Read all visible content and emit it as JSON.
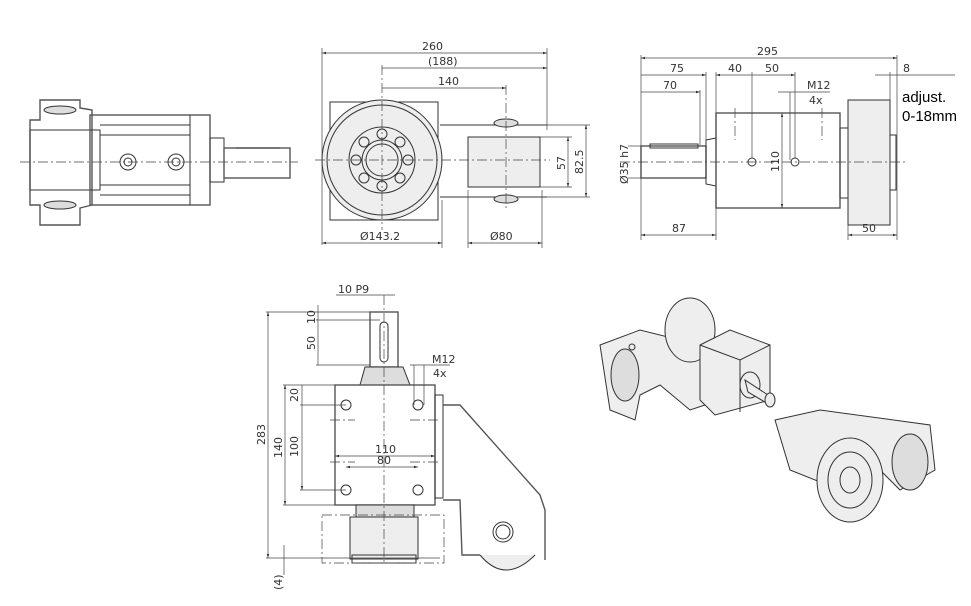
{
  "top_center_view": {
    "overall_width": "260",
    "reference_width": "(188)",
    "axis_distance": "140",
    "wheel_diameter": "Ø143.2",
    "caster_diameter": "Ø80",
    "roller_width": "57",
    "bracket_width": "82.5"
  },
  "top_right_view": {
    "overall_length": "295",
    "shoulder_75": "75",
    "key_70": "70",
    "hole_40": "40",
    "hole_50": "50",
    "thread": "M12",
    "thread_count": "4x",
    "adjust_gap": "8",
    "adjust_line1": "adjust.",
    "adjust_line2": "0-18mm",
    "shaft_diameter": "Ø35 h7",
    "housing_height": "110",
    "shaft_length": "87",
    "wheel_width": "50"
  },
  "bottom_view": {
    "key": "10  P9",
    "key_offset": "10",
    "key_length": "50",
    "thread": "M12",
    "thread_count": "4x",
    "hole_20": "20",
    "total_height": "283",
    "housing_140": "140",
    "hole_100": "100",
    "housing_110": "110",
    "hole_80": "80",
    "clearance": "(4)"
  }
}
